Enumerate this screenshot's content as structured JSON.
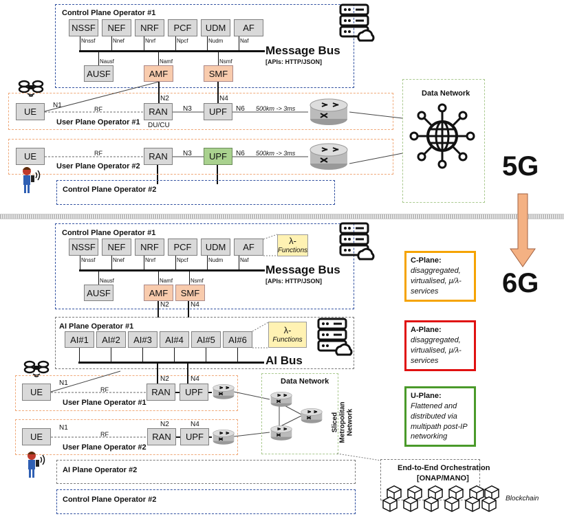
{
  "g5": {
    "label": "5G",
    "control_plane_1": {
      "title": "Control Plane Operator #1",
      "functions": [
        {
          "name": "NSSF",
          "iface": "Nnssf"
        },
        {
          "name": "NEF",
          "iface": "Nnef"
        },
        {
          "name": "NRF",
          "iface": "Nnrf"
        },
        {
          "name": "PCF",
          "iface": "Npcf"
        },
        {
          "name": "UDM",
          "iface": "Nudm"
        },
        {
          "name": "AF",
          "iface": "Naf"
        }
      ],
      "lower_functions": [
        {
          "name": "AUSF",
          "iface": "Nausf"
        },
        {
          "name": "AMF",
          "iface": "Namf"
        },
        {
          "name": "SMF",
          "iface": "Nsmf"
        }
      ],
      "bus_name": "Message Bus",
      "bus_apis": "[APIs: HTTP/JSON]"
    },
    "user_plane_1": {
      "title": "User Plane Operator #1",
      "ue": "UE",
      "ran": "RAN",
      "ran_sub": "DU/CU",
      "upf": "UPF",
      "n1": "N1",
      "rf": "RF",
      "n2": "N2",
      "n3": "N3",
      "n4": "N4",
      "n6": "N6",
      "latency": "500km -> 3ms"
    },
    "user_plane_2": {
      "title": "User Plane Operator #2",
      "ue": "UE",
      "ran": "RAN",
      "upf": "UPF",
      "rf": "RF",
      "n3": "N3",
      "n6": "N6",
      "latency": "500km -> 3ms"
    },
    "control_plane_2": {
      "title": "Control Plane Operator #2"
    },
    "data_network": {
      "title": "Data Network"
    }
  },
  "g6": {
    "label": "6G",
    "control_plane_1": {
      "title": "Control Plane Operator #1",
      "functions": [
        {
          "name": "NSSF",
          "iface": "Nnssf"
        },
        {
          "name": "NEF",
          "iface": "Nnef"
        },
        {
          "name": "NRF",
          "iface": "Nnrf"
        },
        {
          "name": "PCF",
          "iface": "Npcf"
        },
        {
          "name": "UDM",
          "iface": "Nudm"
        },
        {
          "name": "AF",
          "iface": "Naf"
        }
      ],
      "lower_functions": [
        {
          "name": "AUSF",
          "iface": "Nausf"
        },
        {
          "name": "AMF",
          "iface": "Namf"
        },
        {
          "name": "SMF",
          "iface": "Nsmf"
        }
      ],
      "lambda": {
        "symbol": "λ-",
        "text": "Functions"
      },
      "bus_name": "Message Bus",
      "bus_apis": "[APIs: HTTP/JSON]",
      "n2": "N2",
      "n4": "N4"
    },
    "ai_plane_1": {
      "title": "AI Plane Operator #1",
      "nodes": [
        "AI#1",
        "AI#2",
        "AI#3",
        "AI#4",
        "AI#5",
        "AI#6"
      ],
      "lambda": {
        "symbol": "λ-",
        "text": "Functions"
      },
      "bus_name": "AI Bus"
    },
    "user_plane_1": {
      "title": "User Plane Operator #1",
      "ue": "UE",
      "ran": "RAN",
      "upf": "UPF",
      "n1": "N1",
      "rf": "RF",
      "n2": "N2",
      "n4": "N4"
    },
    "user_plane_2": {
      "title": "User Plane Operator #2",
      "ue": "UE",
      "ran": "RAN",
      "upf": "UPF",
      "n1": "N1",
      "rf": "RF",
      "n2": "N2",
      "n4": "N4"
    },
    "data_network": {
      "title": "Data Network",
      "side_label": "Sliced Metropolitan Network"
    },
    "ai_plane_2": {
      "title": "AI Plane Operator #2"
    },
    "control_plane_2": {
      "title": "Control Plane Operator #2"
    },
    "orchestration": {
      "title": "End-to-End Orchestration",
      "sub": "[ONAP/MANO]",
      "blockchain": "Blockchain"
    }
  },
  "planes": [
    {
      "title": "C-Plane:",
      "desc": "disaggregated, virtualised, μ/λ-services",
      "color": "#f5a300"
    },
    {
      "title": "A-Plane:",
      "desc": "disaggregated, virtualised, μ/λ-services",
      "color": "#e01010"
    },
    {
      "title": "U-Plane:",
      "desc": "Flattened and distributed via multipath post-IP networking",
      "color": "#4a9a2a"
    }
  ]
}
